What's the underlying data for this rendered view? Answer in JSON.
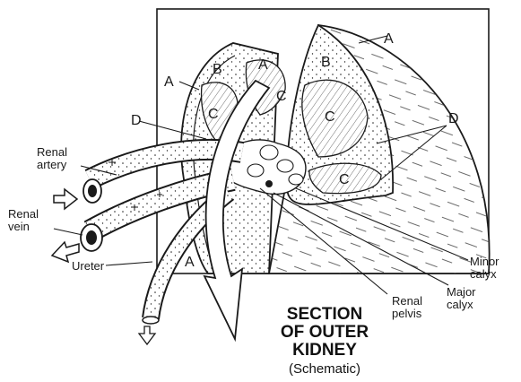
{
  "labels": {
    "renal_artery": [
      "Renal",
      "artery"
    ],
    "renal_vein": [
      "Renal",
      "vein"
    ],
    "ureter": "Ureter",
    "renal_pelvis": [
      "Renal",
      "pelvis"
    ],
    "major_calyx": [
      "Major",
      "calyx"
    ],
    "minor_calyx": [
      "Minor",
      "calyx"
    ]
  },
  "regions": {
    "cortex": "A",
    "pyramid_outer": "B",
    "column": "C",
    "papilla": "D"
  },
  "title": {
    "line1": "SECTION",
    "line2": "OF OUTER",
    "line3": "KIDNEY",
    "subtitle": "(Schematic)"
  },
  "colors": {
    "ink": "#1a1a1a",
    "paper": "#ffffff"
  }
}
